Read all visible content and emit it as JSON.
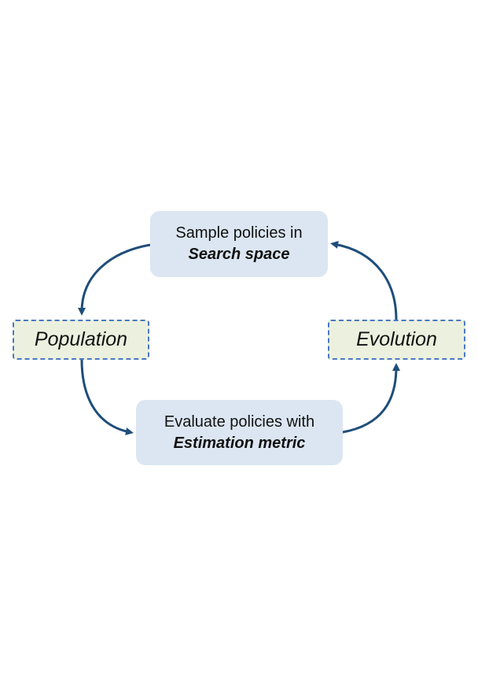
{
  "nodes": {
    "sample": {
      "line1": "Sample policies in",
      "line2": "Search space"
    },
    "evaluate": {
      "line1": "Evaluate policies with",
      "line2": "Estimation metric"
    },
    "population": {
      "label": "Population"
    },
    "evolution": {
      "label": "Evolution"
    }
  },
  "colors": {
    "arrow": "#1f4e79",
    "process_fill": "#dce6f2",
    "stage_fill": "#ebf1de",
    "stage_border": "#4a78c4"
  }
}
